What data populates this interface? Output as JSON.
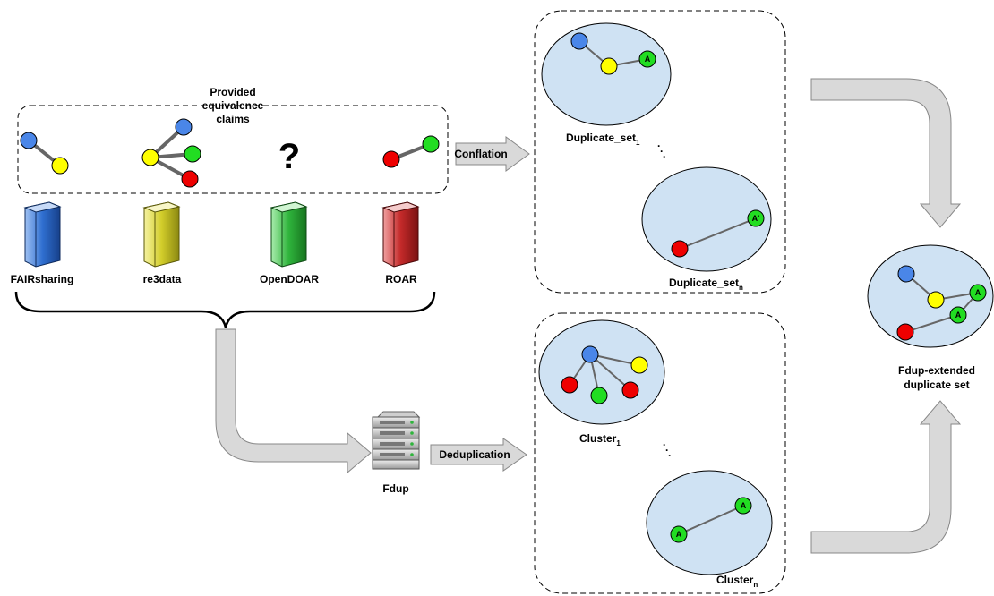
{
  "provided": {
    "line1": "Provided",
    "line2": "equivalence",
    "line3": "claims",
    "unknown_mark": "?"
  },
  "sources": [
    {
      "label": "FAIRsharing",
      "color": "#2f6fd0"
    },
    {
      "label": "re3data",
      "color": "#d2cd2a"
    },
    {
      "label": "OpenDOAR",
      "color": "#2fb43c"
    },
    {
      "label": "ROAR",
      "color": "#c42a2a"
    }
  ],
  "arrows": {
    "conflation": "Conflation",
    "deduplication": "Deduplication"
  },
  "fdup": {
    "label": "Fdup"
  },
  "duplicate_sets": {
    "first": {
      "name": "Duplicate_set",
      "sub": "1"
    },
    "last": {
      "name": "Duplicate_set",
      "sub": "n"
    },
    "ellipsis": "."
  },
  "clusters": {
    "first": {
      "name": "Cluster",
      "sub": "1"
    },
    "last": {
      "name": "Cluster",
      "sub": "n"
    },
    "ellipsis": "."
  },
  "result": {
    "line1": "Fdup-extended",
    "line2": "duplicate set"
  },
  "node_labels": {
    "a": "A",
    "a_prime": "A'"
  },
  "colors": {
    "blue": "#4a86e8",
    "yellow": "#ffff00",
    "green": "#22dd22",
    "red": "#ee0000",
    "set_fill": "#cfe2f3",
    "arrow_fill": "#d9d9d9"
  }
}
